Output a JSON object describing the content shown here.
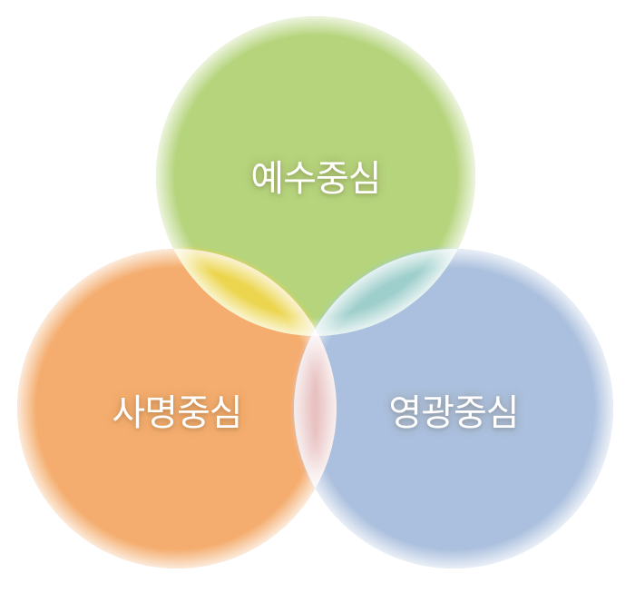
{
  "diagram": {
    "type": "venn",
    "circles": [
      {
        "label": "예수중심",
        "color": "#b5d47c"
      },
      {
        "label": "사명중심",
        "color": "#f4ad6e"
      },
      {
        "label": "영광중심",
        "color": "#abc0de"
      }
    ],
    "overlaps": {
      "top_left": "#ecd64f",
      "top_right": "#9fcfcc",
      "bottom": "#e8c2c2"
    }
  }
}
